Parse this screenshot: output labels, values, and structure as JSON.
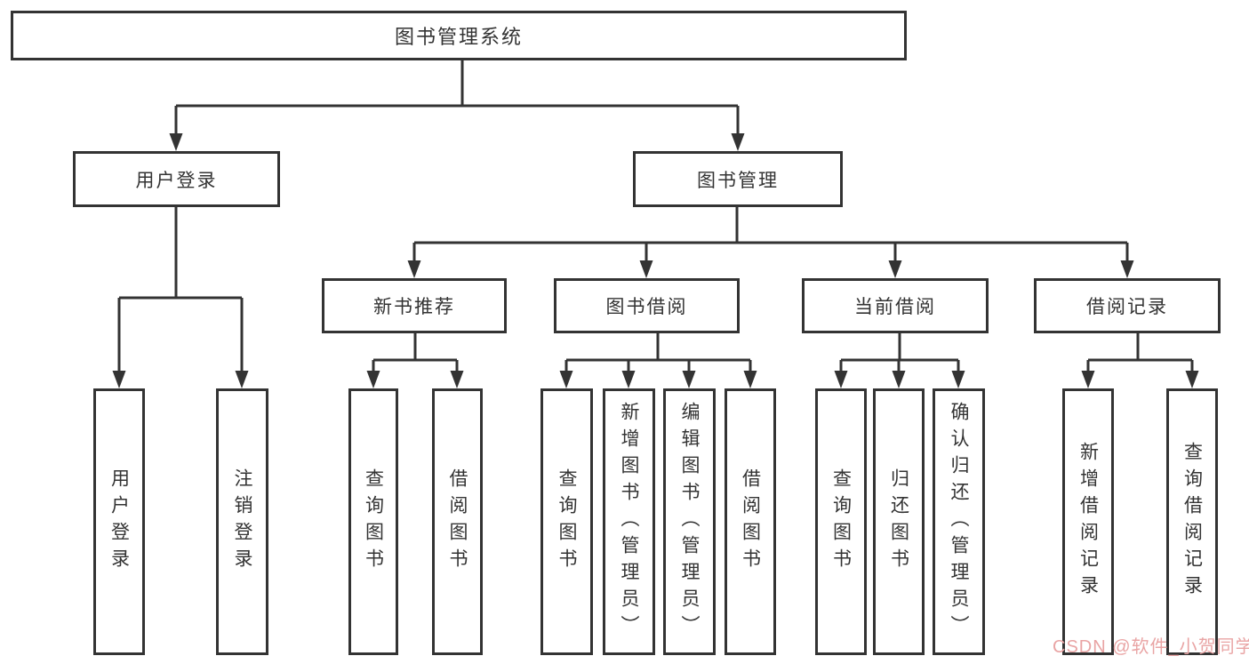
{
  "tree": {
    "root": {
      "label": "图书管理系统"
    },
    "branches": [
      {
        "label": "用户登录",
        "children": [
          {
            "label": "用户登录"
          },
          {
            "label": "注销登录"
          }
        ]
      },
      {
        "label": "图书管理",
        "children": [
          {
            "label": "新书推荐",
            "children": [
              {
                "label": "查询图书"
              },
              {
                "label": "借阅图书"
              }
            ]
          },
          {
            "label": "图书借阅",
            "children": [
              {
                "label": "查询图书"
              },
              {
                "label": "新增图书（管理员）"
              },
              {
                "label": "编辑图书（管理员）"
              },
              {
                "label": "借阅图书"
              }
            ]
          },
          {
            "label": "当前借阅",
            "children": [
              {
                "label": "查询图书"
              },
              {
                "label": "归还图书"
              },
              {
                "label": "确认归还（管理员）"
              }
            ]
          },
          {
            "label": "借阅记录",
            "children": [
              {
                "label": "新增借阅记录"
              },
              {
                "label": "查询借阅记录"
              }
            ]
          }
        ]
      }
    ]
  },
  "watermark": {
    "text": "CSDN @软件_小贺同学"
  },
  "styles": {
    "line_color": "#333333",
    "text_color": "#333333",
    "bg_color": "#ffffff",
    "watermark_color": "#e9a4a4"
  }
}
